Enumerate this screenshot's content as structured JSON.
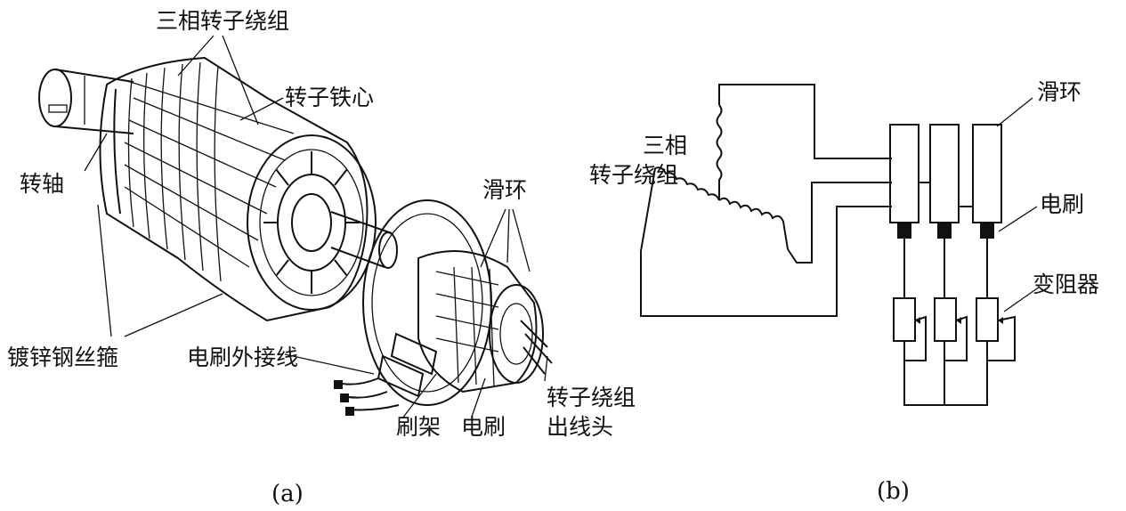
{
  "figure_a": {
    "caption": "(a)",
    "labels": {
      "three_phase_winding": "三相转子绕组",
      "rotor_core": "转子铁心",
      "shaft": "转轴",
      "slip_rings": "滑环",
      "steel_wire_hoop": "镀锌钢丝箍",
      "brush_external_lead": "电刷外接线",
      "brush_holder": "刷架",
      "brush": "电刷",
      "winding_lead_line1": "转子绕组",
      "winding_lead_line2": "出线头"
    }
  },
  "figure_b": {
    "caption": "(b)",
    "labels": {
      "winding_line1": "三相",
      "winding_line2": "转子绕组",
      "slip_ring": "滑环",
      "brush": "电刷",
      "rheostat": "变阻器"
    }
  }
}
